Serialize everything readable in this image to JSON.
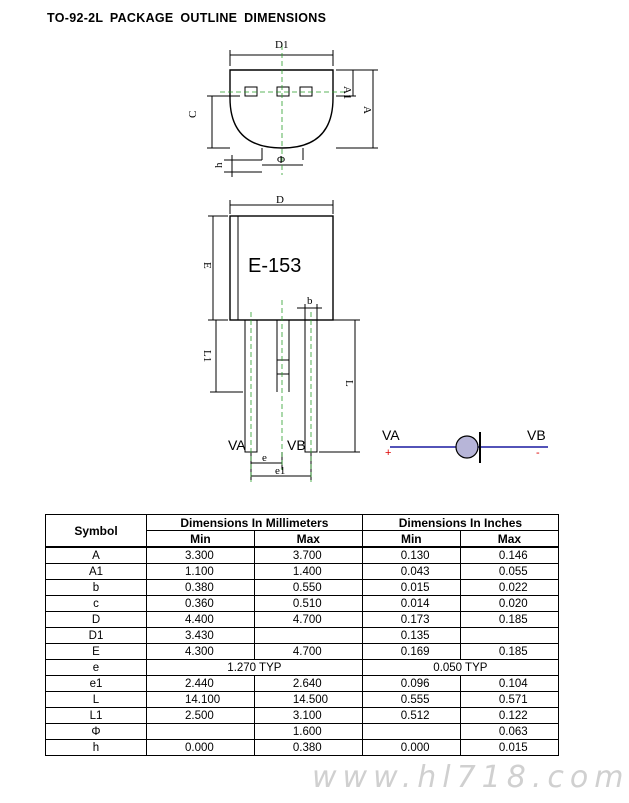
{
  "title": "TO-92-2L  PACKAGE  OUTLINE  DIMENSIONS",
  "drawing": {
    "labels": {
      "D1": "D1",
      "A1": "A1",
      "A": "A",
      "C": "C",
      "h": "h",
      "phi": "Φ",
      "D": "D",
      "E": "E",
      "b": "b",
      "L1": "L1",
      "L": "L",
      "e": "e",
      "e1": "e1"
    },
    "marking": "E-153",
    "pin_left": "VA",
    "pin_right": "VB",
    "symbol_left": "VA",
    "symbol_right": "VB",
    "symbol_plus": "+",
    "symbol_minus": "-"
  },
  "table": {
    "header_symbol": "Symbol",
    "header_mm": "Dimensions In Millimeters",
    "header_in": "Dimensions In Inches",
    "min": "Min",
    "max": "Max",
    "rows": [
      {
        "symbol": "A",
        "mm_min": "3.300",
        "mm_max": "3.700",
        "in_min": "0.130",
        "in_max": "0.146"
      },
      {
        "symbol": "A1",
        "mm_min": "1.100",
        "mm_max": "1.400",
        "in_min": "0.043",
        "in_max": "0.055"
      },
      {
        "symbol": "b",
        "mm_min": "0.380",
        "mm_max": "0.550",
        "in_min": "0.015",
        "in_max": "0.022"
      },
      {
        "symbol": "c",
        "mm_min": "0.360",
        "mm_max": "0.510",
        "in_min": "0.014",
        "in_max": "0.020"
      },
      {
        "symbol": "D",
        "mm_min": "4.400",
        "mm_max": "4.700",
        "in_min": "0.173",
        "in_max": "0.185"
      },
      {
        "symbol": "D1",
        "mm_min": "3.430",
        "mm_max": "",
        "in_min": "0.135",
        "in_max": ""
      },
      {
        "symbol": "E",
        "mm_min": "4.300",
        "mm_max": "4.700",
        "in_min": "0.169",
        "in_max": "0.185"
      },
      {
        "symbol": "e",
        "mm_typ": "1.270 TYP",
        "in_typ": "0.050 TYP"
      },
      {
        "symbol": "e1",
        "mm_min": "2.440",
        "mm_max": "2.640",
        "in_min": "0.096",
        "in_max": "0.104"
      },
      {
        "symbol": "L",
        "mm_min": "14.100",
        "mm_max": "14.500",
        "in_min": "0.555",
        "in_max": "0.571"
      },
      {
        "symbol": "L1",
        "mm_min": "2.500",
        "mm_max": "3.100",
        "in_min": "0.512",
        "in_max": "0.122"
      },
      {
        "symbol": "Φ",
        "mm_min": "",
        "mm_max": "1.600",
        "in_min": "",
        "in_max": "0.063"
      },
      {
        "symbol": "h",
        "mm_min": "0.000",
        "mm_max": "0.380",
        "in_min": "0.000",
        "in_max": "0.015"
      }
    ]
  },
  "watermark": "www.hl718.com"
}
